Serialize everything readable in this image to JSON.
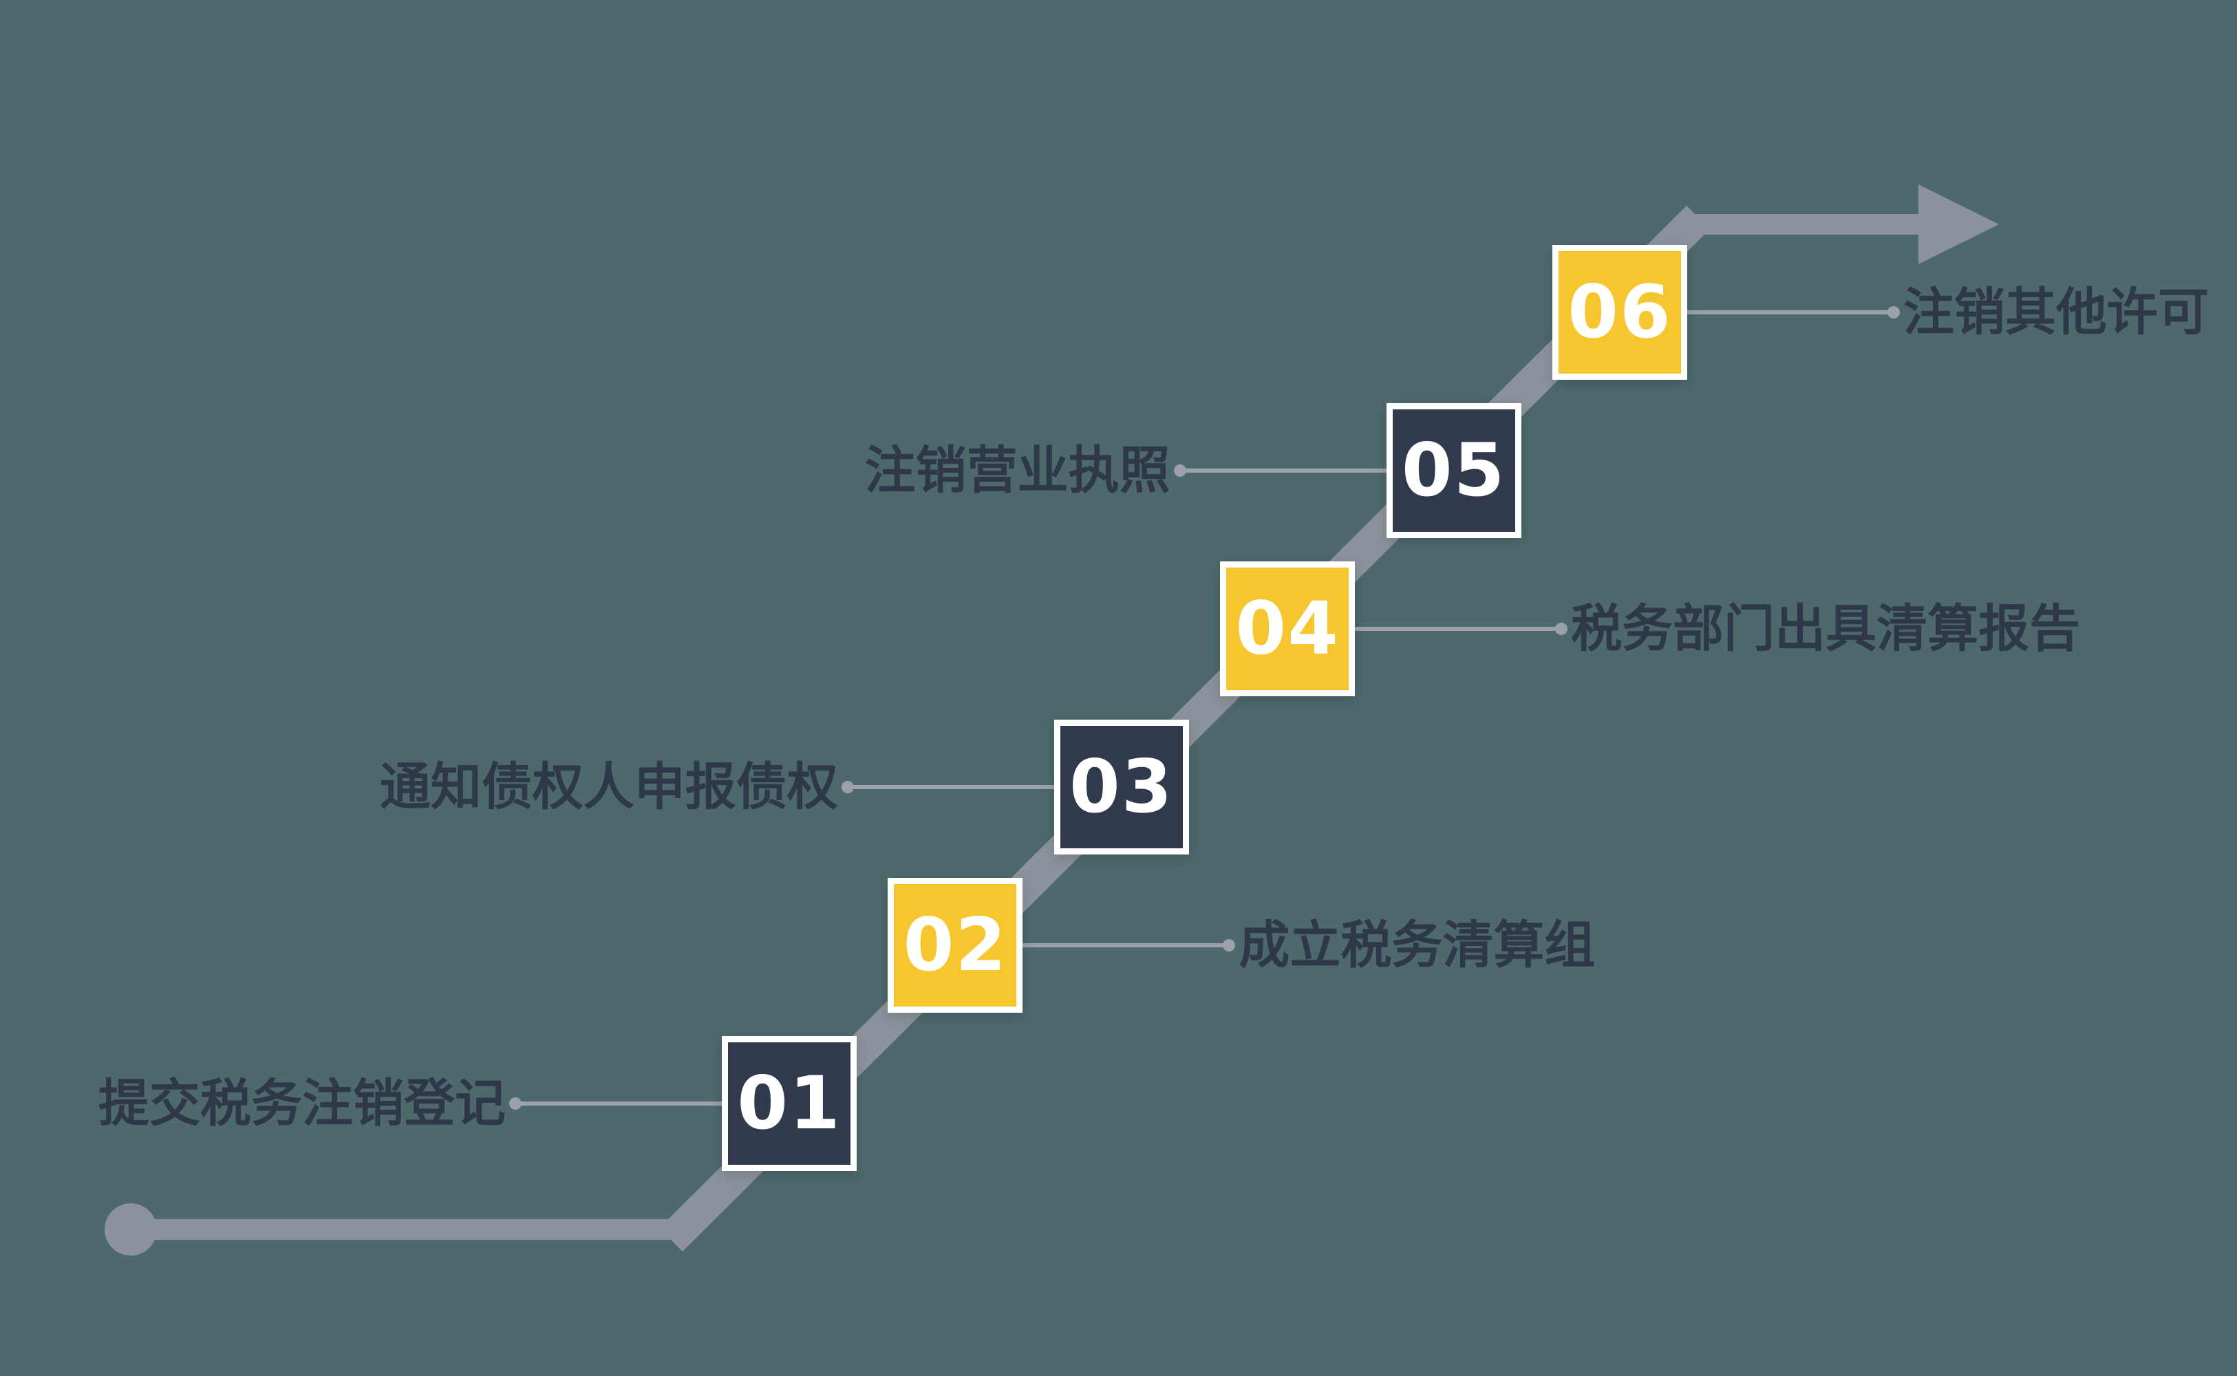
{
  "diagram": {
    "kind": "staircase-process-flow",
    "step_count": 6
  },
  "colors": {
    "background": "#4d696c",
    "line": "#8b929b",
    "connector": "#9aa1a9",
    "dark_box": "#303a4c",
    "yellow_box": "#f7c52d",
    "number_text": "#ffffff",
    "label_text": "#2e3849"
  },
  "steps": [
    {
      "number": "01",
      "label": "提交税务注销登记",
      "side": "left",
      "color": "dark"
    },
    {
      "number": "02",
      "label": "成立税务清算组",
      "side": "right",
      "color": "yellow"
    },
    {
      "number": "03",
      "label": "通知债权人申报债权",
      "side": "left",
      "color": "dark"
    },
    {
      "number": "04",
      "label": "税务部门出具清算报告",
      "side": "right",
      "color": "yellow"
    },
    {
      "number": "05",
      "label": "注销营业执照",
      "side": "left",
      "color": "dark"
    },
    {
      "number": "06",
      "label": "注销其他许可",
      "side": "right",
      "color": "yellow"
    }
  ]
}
